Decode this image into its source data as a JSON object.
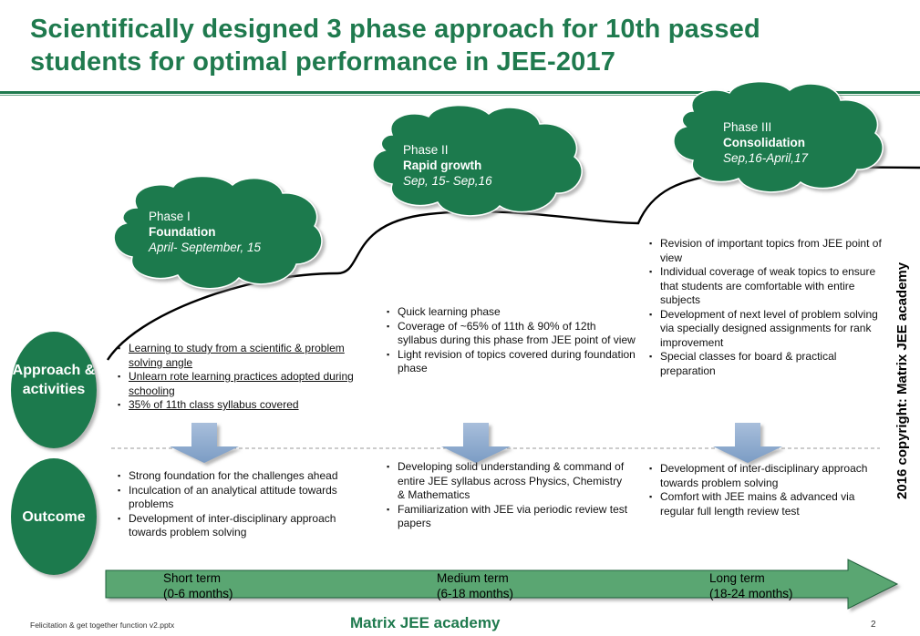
{
  "title": "Scientifically designed 3 phase approach for 10th passed students for optimal performance in JEE-2017",
  "phases": [
    {
      "label": "Phase I",
      "name": "Foundation",
      "dates": "April- September, 15"
    },
    {
      "label": "Phase II",
      "name": "Rapid growth",
      "dates": "Sep, 15- Sep,16"
    },
    {
      "label": "Phase III",
      "name": "Consolidation",
      "dates": "Sep,16-April,17"
    }
  ],
  "side_labels": {
    "approach": "Approach & activities",
    "outcome": "Outcome"
  },
  "approach": [
    [
      "Learning to study from a scientific & problem solving angle",
      "Unlearn rote learning practices adopted during schooling",
      "35% of 11th class syllabus covered"
    ],
    [
      "Quick learning phase",
      "Coverage of ~65% of 11th & 90% of 12th syllabus during this phase from JEE point of view",
      "Light revision of topics covered during foundation phase"
    ],
    [
      "Revision of important topics from JEE point of view",
      "Individual coverage of weak topics to ensure that students are comfortable with entire subjects",
      "Development of next level of problem solving via specially designed assignments for rank improvement",
      "Special classes for board & practical preparation"
    ]
  ],
  "outcome": [
    [
      "Strong foundation for the challenges ahead",
      "Inculcation of an analytical attitude towards problems",
      "Development of inter-disciplinary approach towards problem solving"
    ],
    [
      "Developing solid understanding & command of entire JEE syllabus across Physics, Chemistry & Mathematics",
      "Familiarization with JEE via periodic review test papers"
    ],
    [
      "Development of inter-disciplinary approach towards problem solving",
      "Comfort with JEE mains & advanced via regular full length review test"
    ]
  ],
  "terms": [
    {
      "name": "Short term",
      "range": "(0-6 months)"
    },
    {
      "name": "Medium term",
      "range": "(6-18 months)"
    },
    {
      "name": "Long term",
      "range": "(18-24 months)"
    }
  ],
  "copyright": "2016 copyright: Matrix JEE academy",
  "footer": {
    "file": "Felicitation & get together function v2.pptx",
    "brand": "Matrix JEE academy",
    "page": "2"
  },
  "colors": {
    "brand_green": "#1f7a4e",
    "arrow_blue": "#8eaacb",
    "term_arrow_green": "#5aa672"
  }
}
